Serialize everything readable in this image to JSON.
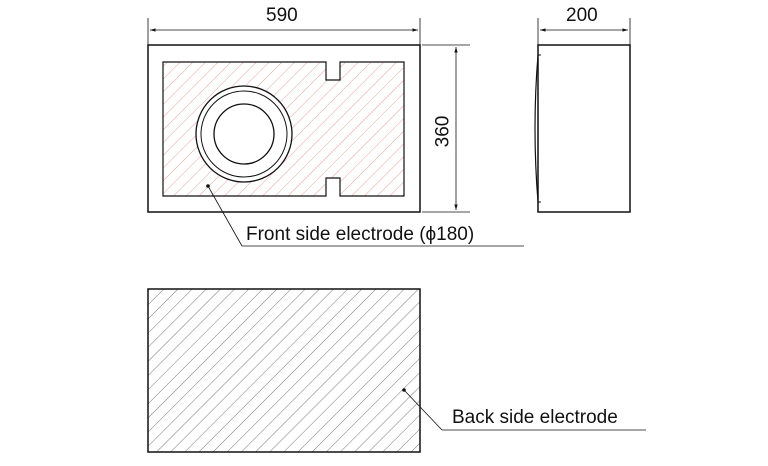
{
  "dimensions": {
    "width": "590",
    "depth": "200",
    "height": "360"
  },
  "labels": {
    "front": "Front side electrode (ϕ180)",
    "back": "Back side electrode"
  },
  "colors": {
    "line": "#111111",
    "front_hatch": "#d98a8a",
    "back_hatch": "#555555"
  }
}
